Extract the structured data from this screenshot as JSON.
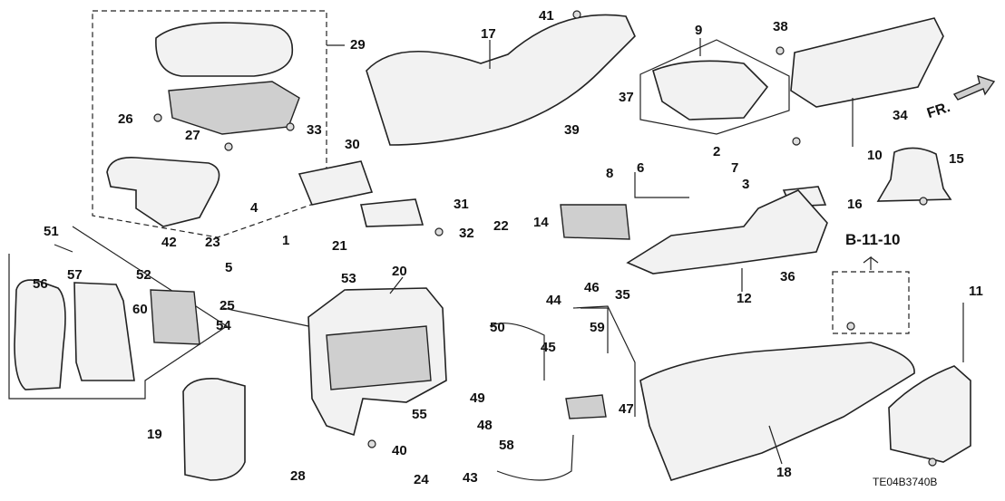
{
  "labels": [
    "1",
    "2",
    "3",
    "4",
    "5",
    "6",
    "7",
    "8",
    "9",
    "10",
    "11",
    "12",
    "14",
    "15",
    "16",
    "17",
    "18",
    "19",
    "20",
    "21",
    "22",
    "23",
    "24",
    "25",
    "26",
    "27",
    "28",
    "29",
    "30",
    "31",
    "32",
    "33",
    "34",
    "35",
    "36",
    "37",
    "38",
    "39",
    "40",
    "41",
    "42",
    "43",
    "44",
    "45",
    "46",
    "47",
    "48",
    "49",
    "50",
    "51",
    "52",
    "53",
    "54",
    "55",
    "56",
    "57",
    "58",
    "59",
    "60"
  ],
  "reference": "B-11-10",
  "direction": "FR.",
  "diagram_code": "TE04B3740B"
}
